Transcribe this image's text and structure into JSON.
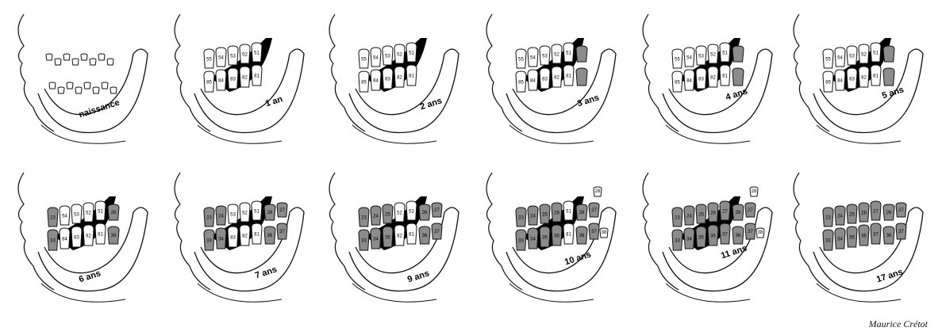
{
  "stages": [
    {
      "label": "naissance",
      "dentition": "birth"
    },
    {
      "label": "1 an",
      "dentition": "deciduous-forming"
    },
    {
      "label": "2 ans",
      "dentition": "deciduous-erupting"
    },
    {
      "label": "3 ans",
      "dentition": "deciduous-complete"
    },
    {
      "label": "4 ans",
      "dentition": "deciduous-complete"
    },
    {
      "label": "5 ans",
      "dentition": "deciduous-complete"
    },
    {
      "label": "6 ans",
      "dentition": "mixed-early"
    },
    {
      "label": "7 ans",
      "dentition": "mixed-early"
    },
    {
      "label": "9 ans",
      "dentition": "mixed"
    },
    {
      "label": "10 ans",
      "dentition": "mixed-late"
    },
    {
      "label": "11 ans",
      "dentition": "mixed-late"
    },
    {
      "label": "17 ans",
      "dentition": "permanent"
    }
  ],
  "tooth_numbers": {
    "deciduous_upper": [
      "55",
      "54",
      "53",
      "52",
      "51"
    ],
    "deciduous_lower": [
      "85",
      "84",
      "83",
      "82",
      "81"
    ],
    "permanent_upper": [
      "27",
      "26",
      "25",
      "24",
      "23"
    ],
    "permanent_lower": [
      "37",
      "36",
      "35",
      "34",
      "33"
    ],
    "third_molars": [
      "28",
      "38"
    ]
  },
  "credit": "Maurice Crétot",
  "colors": {
    "outline": "#111111",
    "permanent_tooth": "#8c8c8c",
    "deciduous_tooth": "#ffffff",
    "bone_shadow": "#000000"
  }
}
